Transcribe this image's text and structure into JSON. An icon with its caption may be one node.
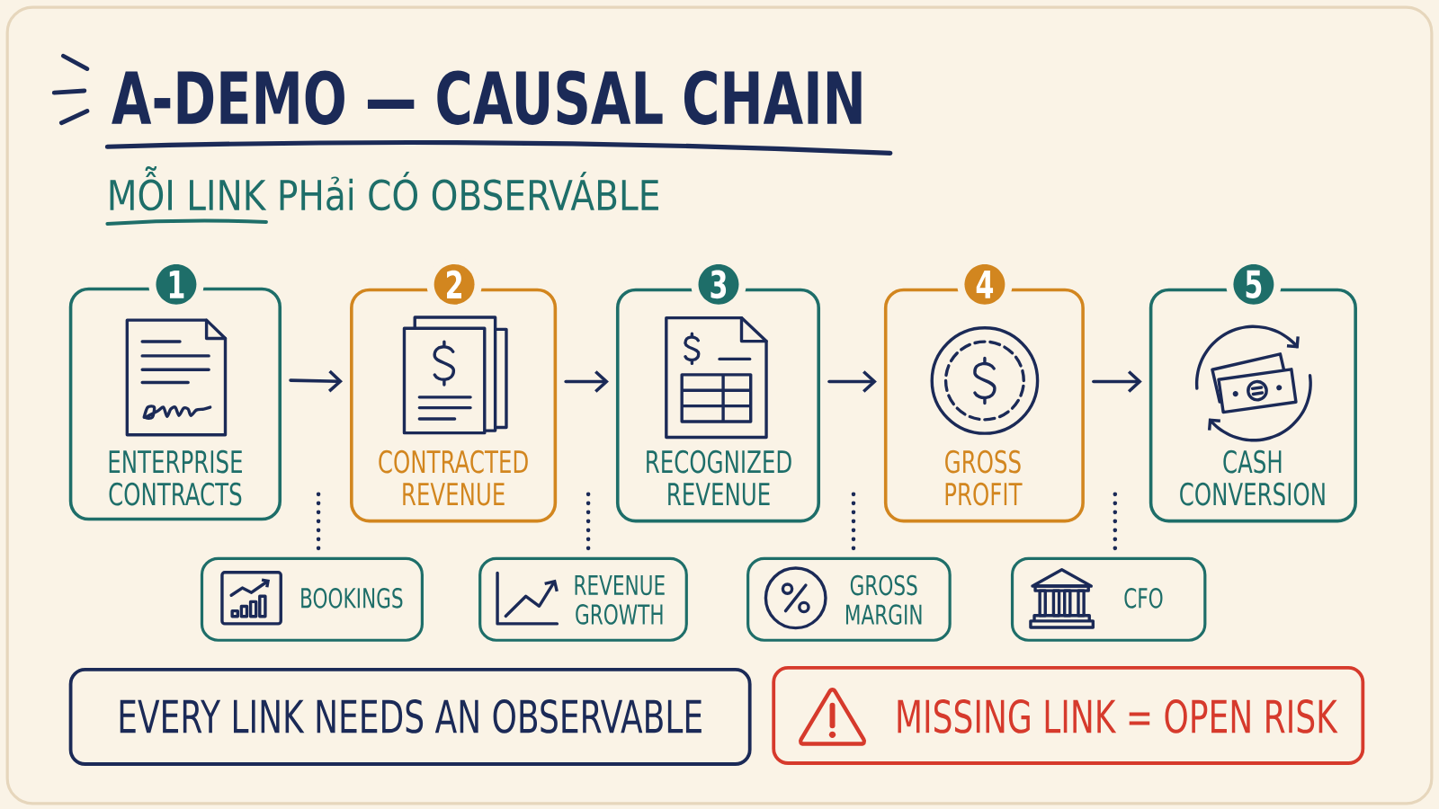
{
  "diagram": {
    "title": "A-DEMO — CAUSAL CHAIN",
    "nodes": [
      {
        "text": [
          "1",
          "ENTERPRISE CONTRACTS"
        ]
      },
      {
        "text": [
          "2",
          "CONTRACTED REVENUE"
        ]
      },
      {
        "text": [
          "3",
          "RECOGNIZED REVENUE"
        ]
      },
      {
        "text": [
          "4",
          "GROSS PROFIT"
        ]
      },
      {
        "text": [
          "5",
          "CASH CONVERSION"
        ]
      },
      {
        "text": [
          "BOOKINGS"
        ]
      },
      {
        "text": [
          "REVENUE GROWTH"
        ]
      },
      {
        "text": [
          "GROSS MARGIN"
        ]
      },
      {
        "text": [
          "CFO"
        ]
      },
      {
        "text": [
          "EVERY LINK NEEDS AN OBSERVABLE"
        ]
      },
      {
        "text": [
          "MISSING LINK = OPEN RISK"
        ]
      }
    ],
    "edges": [
      {
        "from": 0,
        "to": 1,
        "arrow": "to"
      },
      {
        "from": 1,
        "to": 2,
        "arrow": "to"
      },
      {
        "from": 2,
        "to": 3,
        "arrow": "to"
      },
      {
        "from": 3,
        "to": 4,
        "arrow": "to"
      },
      {
        "from": 5,
        "to": null,
        "arrow": "none",
        "style": "dashed"
      },
      {
        "from": 6,
        "to": null,
        "arrow": "none",
        "style": "dashed"
      },
      {
        "from": 7,
        "to": null,
        "arrow": "none",
        "style": "dashed"
      },
      {
        "from": 8,
        "to": null,
        "arrow": "none",
        "style": "dashed"
      }
    ],
    "labels": [
      "MỖI LINK PHải CÓ OBSERVÁBLE"
    ]
  }
}
